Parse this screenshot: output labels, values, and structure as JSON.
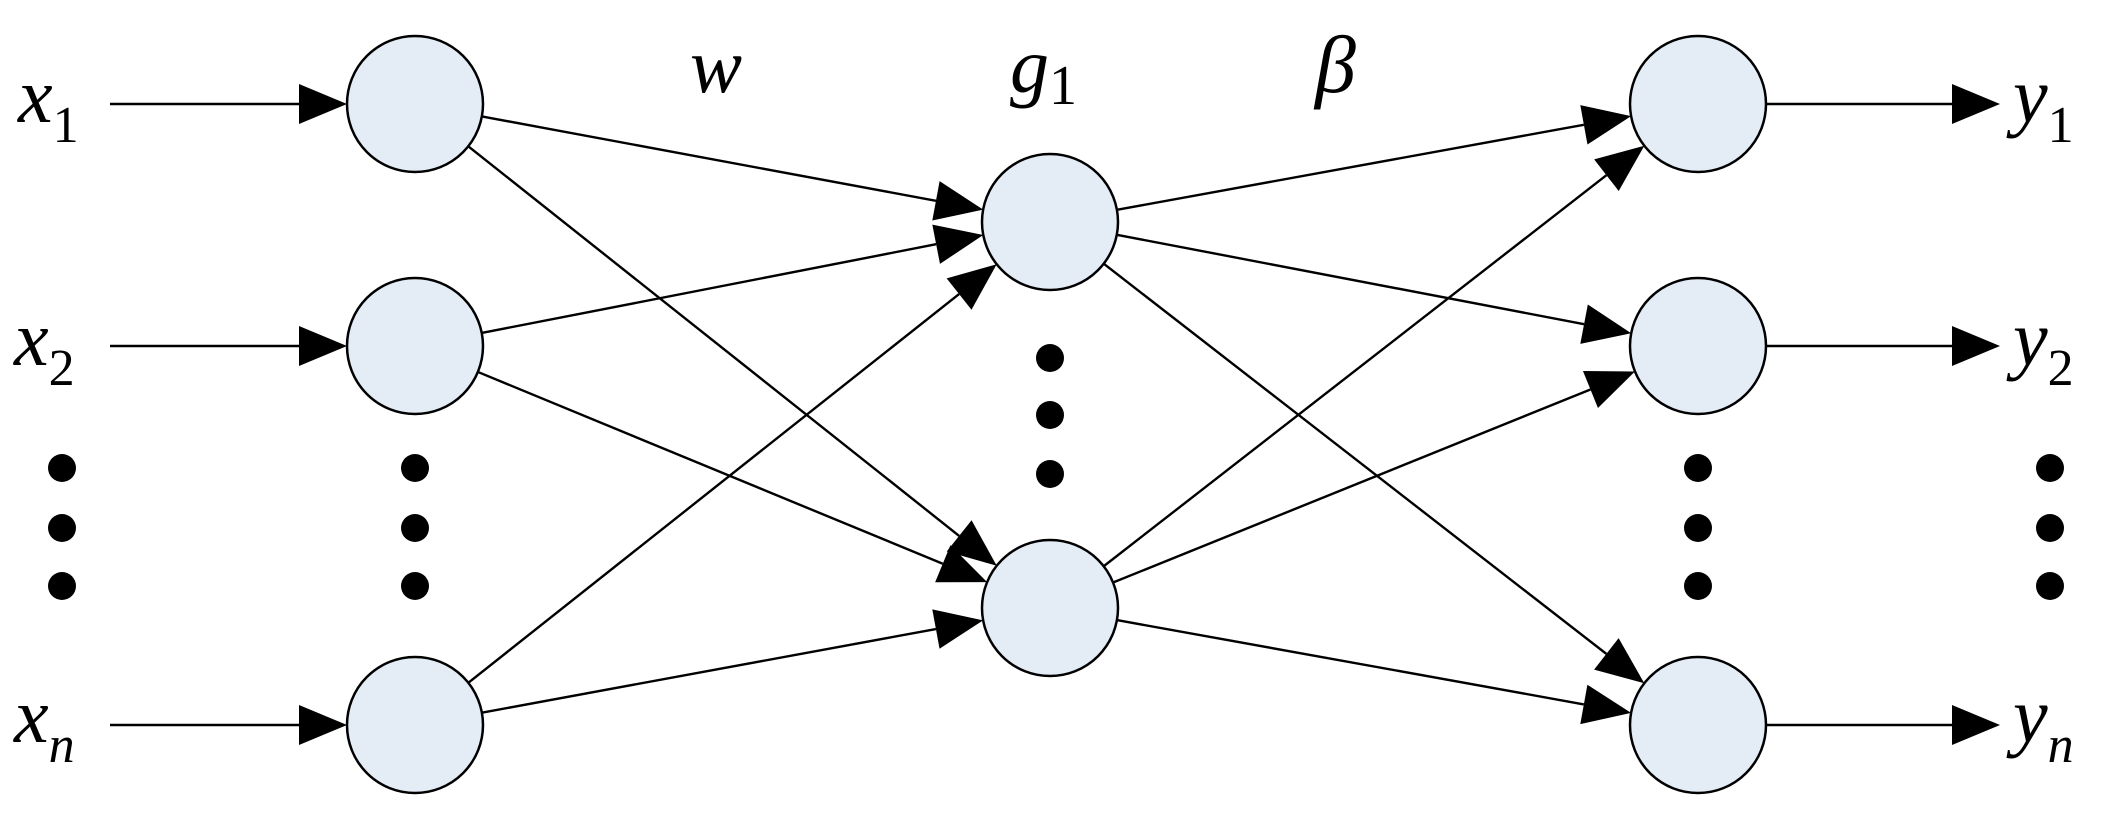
{
  "diagram": {
    "inputs": [
      {
        "base": "x",
        "sub": "1"
      },
      {
        "base": "x",
        "sub": "2"
      },
      {
        "base": "x",
        "sub": "n"
      }
    ],
    "outputs": [
      {
        "base": "y",
        "sub": "1"
      },
      {
        "base": "y",
        "sub": "2"
      },
      {
        "base": "y",
        "sub": "n"
      }
    ],
    "layer_labels": {
      "weights_in": "w",
      "hidden": {
        "base": "g",
        "sub": "1"
      },
      "weights_out": "β"
    }
  }
}
